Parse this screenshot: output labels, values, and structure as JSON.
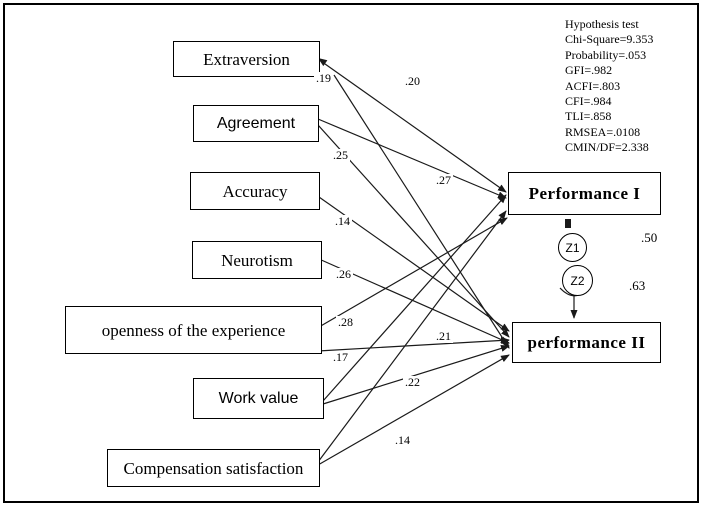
{
  "predictors": [
    {
      "label": "Extraversion"
    },
    {
      "label": "Agreement"
    },
    {
      "label": "Accuracy"
    },
    {
      "label": "Neurotism"
    },
    {
      "label": "openness of the experience"
    },
    {
      "label": "Work value"
    },
    {
      "label": "Compensation satisfaction"
    }
  ],
  "outcomes": [
    {
      "label": "Performance I"
    },
    {
      "label": "performance II"
    }
  ],
  "error_terms": [
    {
      "label": "Z1"
    },
    {
      "label": "Z2"
    }
  ],
  "path_coefficients": [
    {
      "value": ".19"
    },
    {
      "value": ".20"
    },
    {
      "value": ".25"
    },
    {
      "value": ".27"
    },
    {
      "value": ".14"
    },
    {
      "value": ".26"
    },
    {
      "value": ".28"
    },
    {
      "value": ".17"
    },
    {
      "value": ".21"
    },
    {
      "value": ".22"
    },
    {
      "value": ".14"
    }
  ],
  "variance_labels": [
    {
      "value": ".50"
    },
    {
      "value": ".63"
    }
  ],
  "hypothesis_test": {
    "title": "Hypothesis test",
    "lines": [
      "Chi-Square=9.353",
      "Probability=.053",
      "GFI=.982",
      "ACFI=.803",
      "CFI=.984",
      "TLI=.858",
      "RMSEA=.0108",
      "CMIN/DF=2.338"
    ]
  },
  "colors": {
    "line": "#1a1a1a",
    "background": "#ffffff"
  }
}
